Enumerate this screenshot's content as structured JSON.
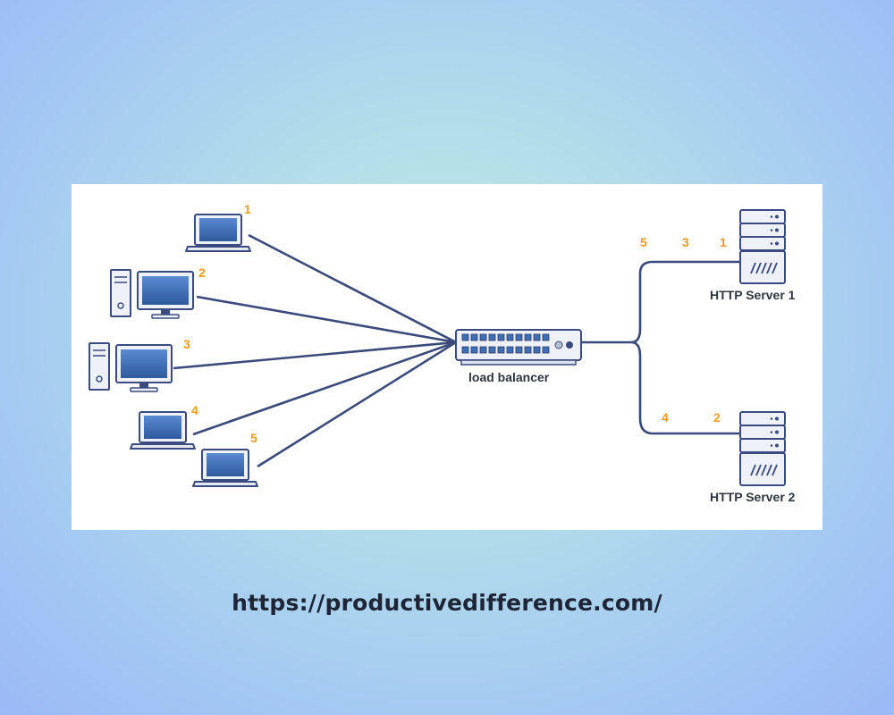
{
  "diagram": {
    "client_labels": [
      "1",
      "2",
      "3",
      "4",
      "5"
    ],
    "load_balancer_label": "load balancer",
    "server1": {
      "label": "HTTP Server 1",
      "request_numbers": [
        "5",
        "3",
        "1"
      ]
    },
    "server2": {
      "label": "HTTP Server 2",
      "request_numbers": [
        "4",
        "2"
      ]
    },
    "colors": {
      "line": "#3a4a7a",
      "number": "#f29a1e",
      "device": "#3b4b80",
      "screen": "#3f6fb5"
    },
    "icons": [
      "laptop-icon",
      "desktop-computer-icon",
      "network-switch-icon",
      "server-rack-icon"
    ]
  },
  "footer": {
    "url": "https://productivedifference.com/"
  }
}
